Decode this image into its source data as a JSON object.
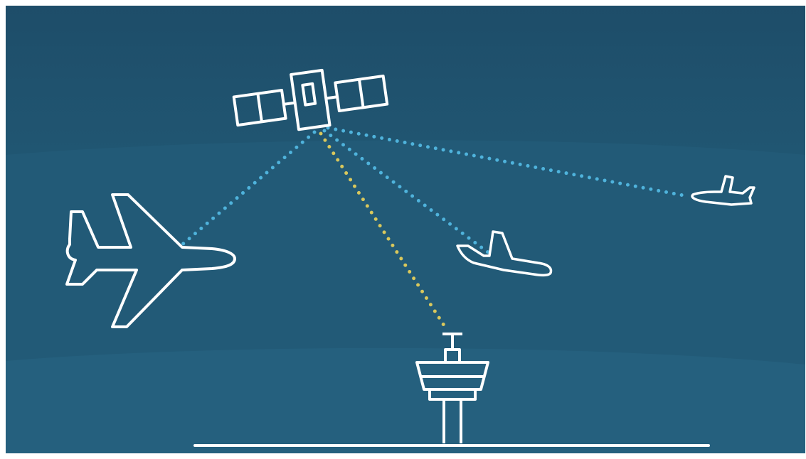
{
  "scene": {
    "colors": {
      "sky_top": "#1f4f6b",
      "sky_middle": "#215a78",
      "sky_bottom": "#26617f",
      "outline": "#ffffff",
      "signal_aircraft": "#4fb3dc",
      "signal_tower": "#d9c85c"
    },
    "icons": [
      "satellite-icon",
      "airplane-icon",
      "control-tower-icon",
      "runway-line"
    ],
    "signal_links": [
      {
        "from": "satellite",
        "to": "large-airplane",
        "color": "signal_aircraft"
      },
      {
        "from": "satellite",
        "to": "medium-airplane",
        "color": "signal_aircraft"
      },
      {
        "from": "satellite",
        "to": "small-airplane",
        "color": "signal_aircraft"
      },
      {
        "from": "satellite",
        "to": "control-tower",
        "color": "signal_tower"
      }
    ]
  }
}
